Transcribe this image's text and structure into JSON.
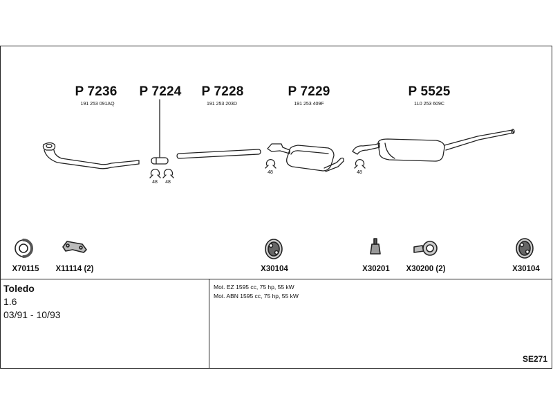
{
  "parts": [
    {
      "number": "P 7236",
      "oe": "191 253 091AQ"
    },
    {
      "number": "P 7224",
      "oe": ""
    },
    {
      "number": "P 7228",
      "oe": "191 253 203D"
    },
    {
      "number": "P 7229",
      "oe": "191 253 409F"
    },
    {
      "number": "P 5525",
      "oe": "1L0 253 609C"
    }
  ],
  "clamps": [
    "48",
    "48",
    "48",
    "48"
  ],
  "accessories": [
    {
      "code": "X70115",
      "icon": "ring-gasket-icon"
    },
    {
      "code": "X11114 (2)",
      "icon": "bracket-icon"
    },
    {
      "code": "X30104",
      "icon": "rubber-hanger-icon"
    },
    {
      "code": "X30201",
      "icon": "rubber-mount-icon"
    },
    {
      "code": "X30200 (2)",
      "icon": "hanger-ring-icon"
    },
    {
      "code": "X30104",
      "icon": "rubber-hanger-icon"
    }
  ],
  "vehicle": {
    "model": "Toledo",
    "engine": "1.6",
    "years": "03/91 - 10/93"
  },
  "engines": [
    "Mot. EZ 1595 cc, 75 hp, 55 kW",
    "Mot. ABN 1595 cc, 75 hp, 55 kW"
  ],
  "reference": "SE271"
}
